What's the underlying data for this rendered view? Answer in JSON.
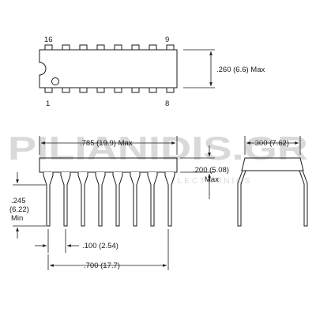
{
  "diagram": {
    "top_view": {
      "pin_top_left": "16",
      "pin_top_right": "9",
      "pin_bottom_left": "1",
      "pin_bottom_right": "8",
      "width_label": ".260 (6.6) Max"
    },
    "side_view": {
      "length_label": ".785 (19.9) Max",
      "body_height_label": ".200 (5.08)",
      "body_height_qualifier": "Max",
      "lead_length_label_1": ".245",
      "lead_length_label_2": "(6.22)",
      "lead_length_label_3": "Min",
      "pitch_label": ".100 (2.54)",
      "span_label": ".700 (17.7)"
    },
    "end_view": {
      "row_spacing_label": ".300 (7.62)"
    },
    "watermark": {
      "line1": "PILIANIDIS.GR",
      "line2": "ELECTRONICS"
    }
  }
}
